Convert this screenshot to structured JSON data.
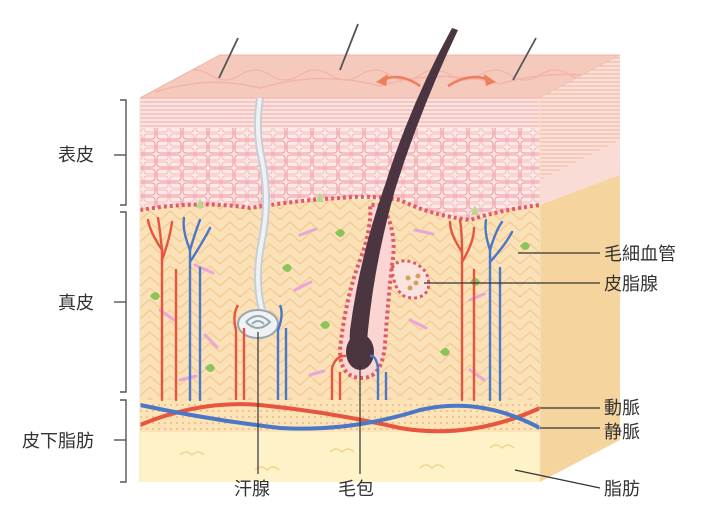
{
  "labels": {
    "epidermis": "表皮",
    "dermis": "真皮",
    "subcutaneous": "皮下脂肪",
    "capillaries": "毛細血管",
    "sebaceous_gland": "皮脂腺",
    "artery": "動脈",
    "vein": "静脈",
    "fat": "脂肪",
    "sweat_gland": "汗腺",
    "hair_follicle": "毛包"
  },
  "colors": {
    "epidermis_surface": "#f6c9bd",
    "epidermis_cells": "#fbe3df",
    "cell_outline": "#f19aa4",
    "dermis": "#fbe1b8",
    "dermis_fiber": "#f4c98f",
    "subcutaneous": "#fdf2c8",
    "side_panel": "#f6d49e",
    "artery": "#e8553e",
    "vein": "#4a78c6",
    "hair": "#4a3540",
    "follicle_border": "#e05a6a",
    "gland_dots": "#d9a05c",
    "sweat_gland": "#dfe5ea",
    "leaf": "#8cc45a",
    "pink_fiber": "#e9a6d6",
    "arrow": "#ef7f5c",
    "text": "#333333"
  }
}
